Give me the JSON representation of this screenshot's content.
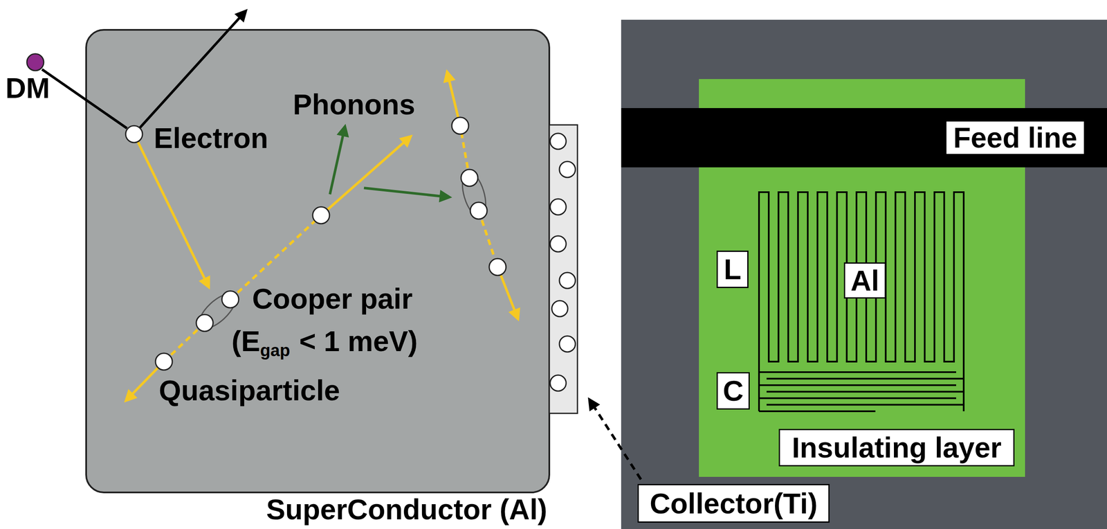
{
  "diagram": {
    "nodes": [
      {
        "text": [
          "SuperConductor (Al)"
        ]
      },
      {
        "text": [
          "Feed line"
        ]
      },
      {
        "text": [
          "Insulating layer"
        ]
      },
      {
        "text": [
          "L"
        ],
        "in": 2
      },
      {
        "text": [
          "Al"
        ],
        "in": 2
      },
      {
        "text": [
          "C"
        ],
        "in": 2
      },
      {
        "text": [
          "Collector(Ti)"
        ]
      }
    ],
    "labels": [
      "DM",
      "Electron",
      "Phonons",
      "Cooper pair",
      "(E",
      "gap",
      "< 1 meV)",
      "Quasiparticle"
    ]
  }
}
